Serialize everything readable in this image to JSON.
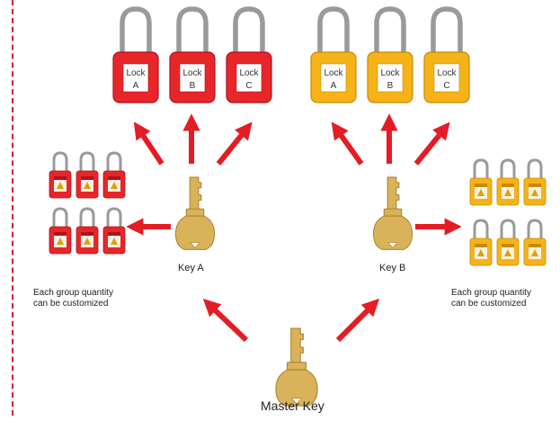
{
  "colors": {
    "red_lock": "#e8262a",
    "red_lock_dark": "#b0121a",
    "yellow_lock": "#f5b318",
    "yellow_lock_dark": "#c98a08",
    "shackle": "#9a9a9a",
    "arrow": "#e51c23",
    "key_gold": "#d9b25a",
    "key_gold_dark": "#a9822e",
    "divider": "#d2202d"
  },
  "red_group": {
    "locks": [
      {
        "line1": "Lock",
        "line2": "A"
      },
      {
        "line1": "Lock",
        "line2": "B"
      },
      {
        "line1": "Lock",
        "line2": "C"
      }
    ]
  },
  "yellow_group": {
    "locks": [
      {
        "line1": "Lock",
        "line2": "A"
      },
      {
        "line1": "Lock",
        "line2": "B"
      },
      {
        "line1": "Lock",
        "line2": "C"
      }
    ]
  },
  "keys": {
    "key_a": "Key A",
    "key_b": "Key B",
    "master": "Master Key"
  },
  "notes": {
    "left_line1": "Each group quantity",
    "left_line2": "can be customized",
    "right_line1": "Each group quantity",
    "right_line2": "can be customized"
  }
}
